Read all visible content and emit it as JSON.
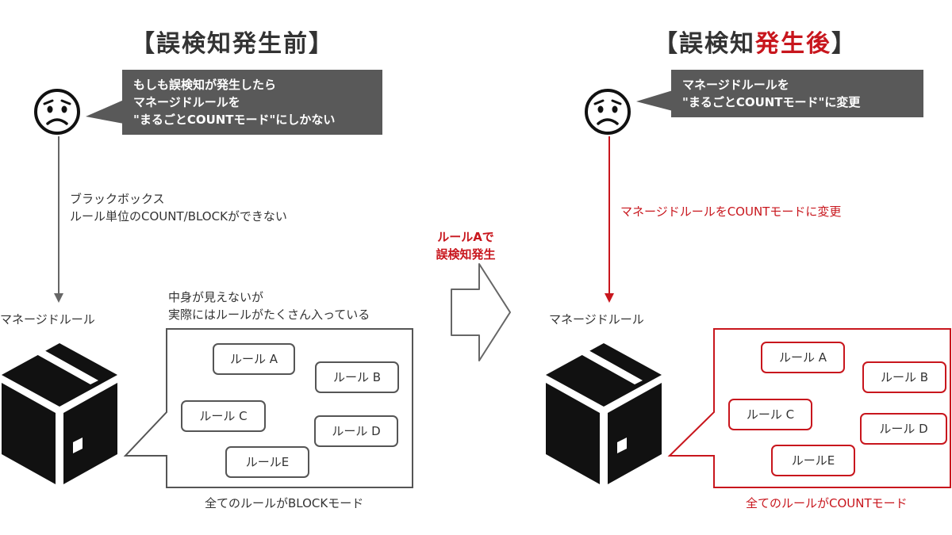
{
  "left": {
    "title": "【誤検知発生前】",
    "bubble": "もしも誤検知が発生したら\nマネージドルールを\n\"まるごとCOUNTモード\"にしかない",
    "arrow_label": "ブラックボックス\nルール単位のCOUNT/BLOCKができない",
    "managed_rule_label": "マネージドルール",
    "box_note": "中身が見えないが\n実際にはルールがたくさん入っている",
    "rules": [
      "ルール A",
      "ルール B",
      "ルール C",
      "ルール D",
      "ルールE"
    ],
    "caption": "全てのルールがBLOCKモード"
  },
  "middle": {
    "label": "ルールAで\n誤検知発生"
  },
  "right": {
    "title_black": "【誤検知",
    "title_red": "発生後",
    "title_end": "】",
    "bubble": "マネージドルールを\n\"まるごとCOUNTモード\"に変更",
    "arrow_label": "マネージドルールをCOUNTモードに変更",
    "managed_rule_label": "マネージドルール",
    "rules": [
      "ルール A",
      "ルール B",
      "ルール C",
      "ルール D",
      "ルールE"
    ],
    "caption": "全てのルールがCOUNTモード"
  },
  "colors": {
    "accent_red": "#c8161d",
    "bubble_gray": "#595959",
    "line_gray": "#666666"
  },
  "icons": [
    "worried-face-icon",
    "box-icon",
    "right-arrow-icon"
  ]
}
